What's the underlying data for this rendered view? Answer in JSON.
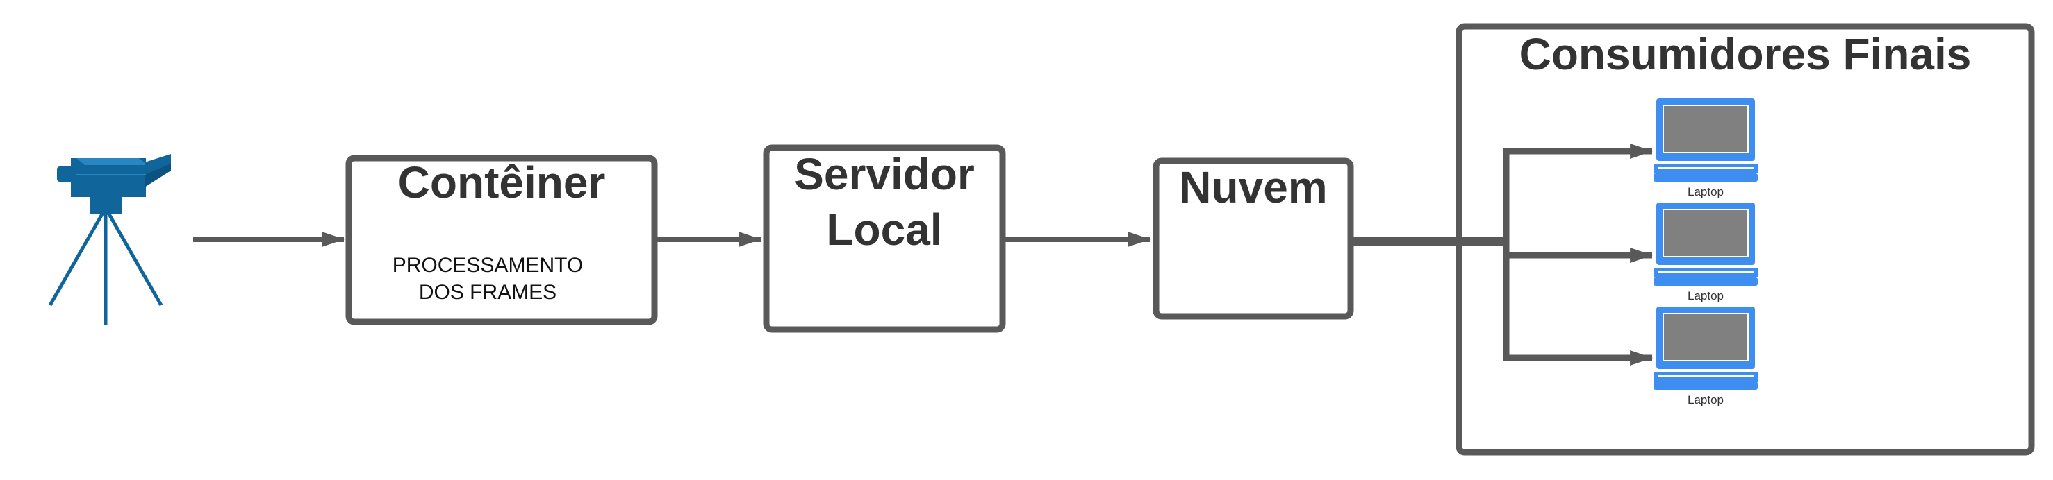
{
  "nodes": {
    "camera": {
      "icon": "video-camera-on-tripod-icon"
    },
    "container": {
      "title": "Contêiner",
      "subtitle_line1": "PROCESSAMENTO",
      "subtitle_line2": "DOS FRAMES"
    },
    "local_server": {
      "title_line1": "Servidor",
      "title_line2": "Local"
    },
    "cloud": {
      "title": "Nuvem"
    },
    "consumers": {
      "title": "Consumidores Finais",
      "devices": [
        {
          "label": "Laptop",
          "icon": "laptop-icon"
        },
        {
          "label": "Laptop",
          "icon": "laptop-icon"
        },
        {
          "label": "Laptop",
          "icon": "laptop-icon"
        }
      ]
    }
  },
  "colors": {
    "stroke": "#595959",
    "camera": "#10659a",
    "laptop_frame": "#3d8ef0",
    "laptop_screen": "#808080",
    "text": "#333333"
  }
}
